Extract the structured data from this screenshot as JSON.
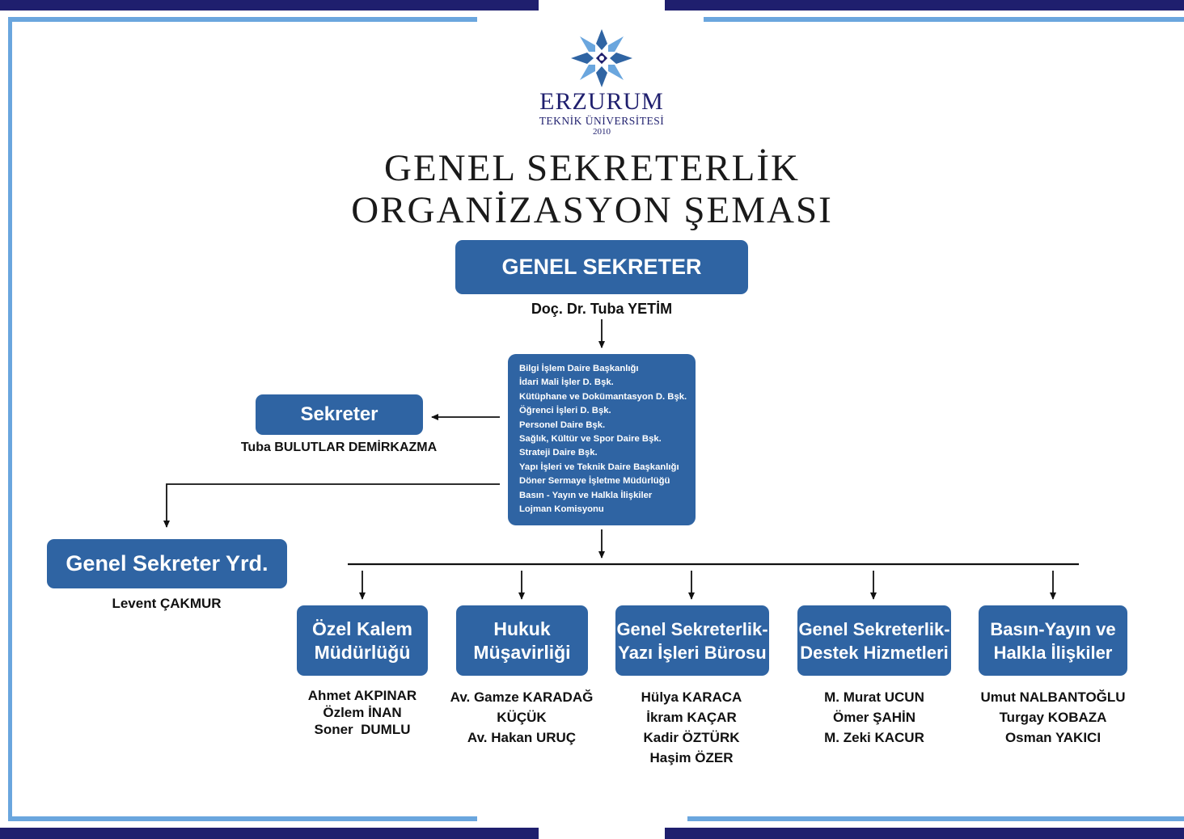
{
  "logo": {
    "name": "ERZURUM",
    "subtitle": "TEKNİK ÜNİVERSİTESİ",
    "year": "2010"
  },
  "title": {
    "line1": "GENEL SEKRETERLİK",
    "line2": "ORGANİZASYON ŞEMASI"
  },
  "general_secretary": {
    "label": "GENEL SEKRETER",
    "person": "Doç. Dr. Tuba YETİM"
  },
  "departments": [
    "Bilgi İşlem Daire Başkanlığı",
    "İdari Mali İşler D. Bşk.",
    "Kütüphane ve Dokümantasyon D. Bşk.",
    "Öğrenci İşleri D. Bşk.",
    "Personel Daire Bşk.",
    "Sağlık, Kültür ve Spor Daire Bşk.",
    "Strateji Daire Bşk.",
    "Yapı İşleri ve Teknik Daire Başkanlığı",
    "Döner Sermaye İşletme Müdürlüğü",
    "Basın - Yayın ve Halkla İlişkiler",
    "Lojman Komisyonu"
  ],
  "secretary": {
    "label": "Sekreter",
    "person": "Tuba BULUTLAR DEMİRKAZMA"
  },
  "deputy": {
    "label": "Genel Sekreter Yrd.",
    "person": "Levent ÇAKMUR"
  },
  "units": [
    {
      "line1": "Özel Kalem",
      "line2": "Müdürlüğü",
      "people": [
        "Ahmet AKPINAR",
        "Özlem İNAN",
        "Soner  DUMLU"
      ]
    },
    {
      "line1": "Hukuk",
      "line2": "Müşavirliği",
      "people": [
        "Av. Gamze KARADAĞ KÜÇÜK",
        "Av. Hakan URUÇ"
      ]
    },
    {
      "line1": "Genel Sekreterlik-",
      "line2": "Yazı İşleri Bürosu",
      "people": [
        "Hülya KARACA",
        "İkram KAÇAR",
        "Kadir ÖZTÜRK",
        "Haşim ÖZER"
      ]
    },
    {
      "line1": "Genel Sekreterlik-",
      "line2": "Destek Hizmetleri",
      "people": [
        "M. Murat UCUN",
        "Ömer ŞAHİN",
        "M. Zeki KACUR"
      ]
    },
    {
      "line1": "Basın-Yayın ve",
      "line2": "Halkla İlişkiler",
      "people": [
        "Umut NALBANTOĞLU",
        "Turgay KOBAZA",
        "Osman YAKICI"
      ]
    }
  ],
  "colors": {
    "box_blue": "#2f64a3",
    "navy": "#1f1f6e",
    "light_blue": "#6aa6de"
  }
}
